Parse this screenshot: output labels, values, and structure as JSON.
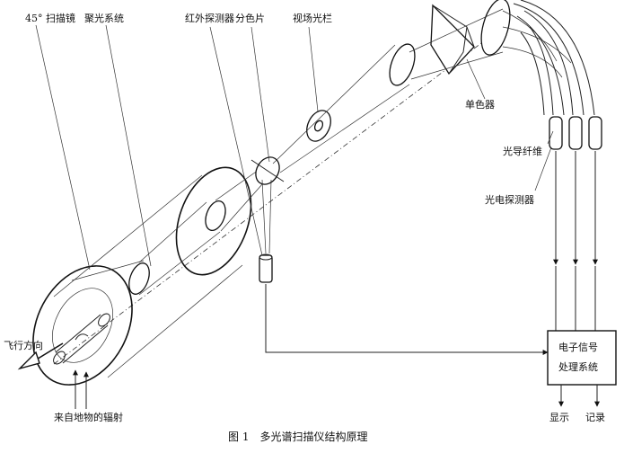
{
  "labels": {
    "scan_mirror": "45° 扫描镜",
    "focus_system": "聚光系统",
    "ir_detector": "红外探测器",
    "beam_splitter": "分色片",
    "field_stop": "视场光栏",
    "monochromator": "单色器",
    "fiber": "光导纤维",
    "photo_detector": "光电探测器",
    "flight_direction": "飞行方向",
    "ground_radiation": "来自地物的辐射",
    "signal_processing_line1": "电子信号",
    "signal_processing_line2": "处理系统",
    "display": "显示",
    "record": "记录"
  },
  "caption": "图 1　多光谱扫描仪结构原理"
}
